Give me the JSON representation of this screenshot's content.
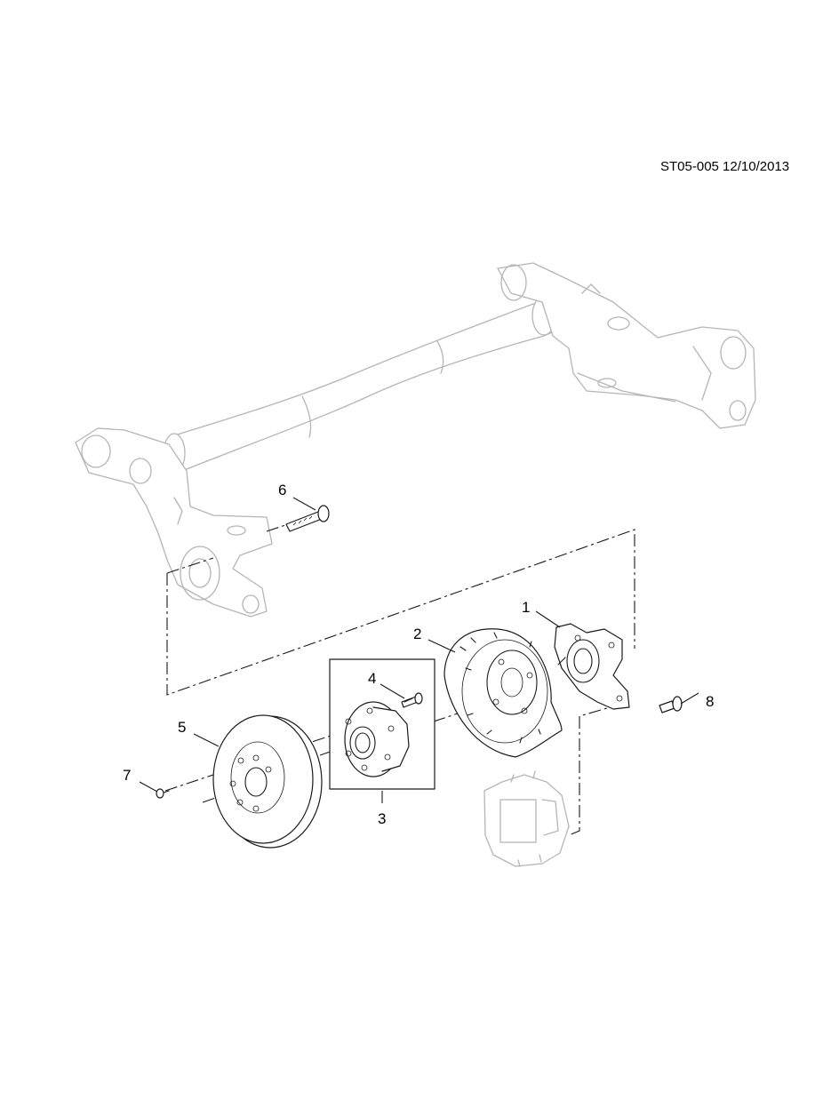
{
  "drawing": {
    "reference": "ST05-005 12/10/2013"
  },
  "callouts": [
    {
      "id": "1",
      "part": "knuckle"
    },
    {
      "id": "2",
      "part": "brake-shield"
    },
    {
      "id": "3",
      "part": "hub-bearing-box"
    },
    {
      "id": "4",
      "part": "wheel-stud"
    },
    {
      "id": "5",
      "part": "brake-rotor"
    },
    {
      "id": "6",
      "part": "mounting-bolt"
    },
    {
      "id": "7",
      "part": "rotor-screw"
    },
    {
      "id": "8",
      "part": "knuckle-bolt"
    }
  ]
}
